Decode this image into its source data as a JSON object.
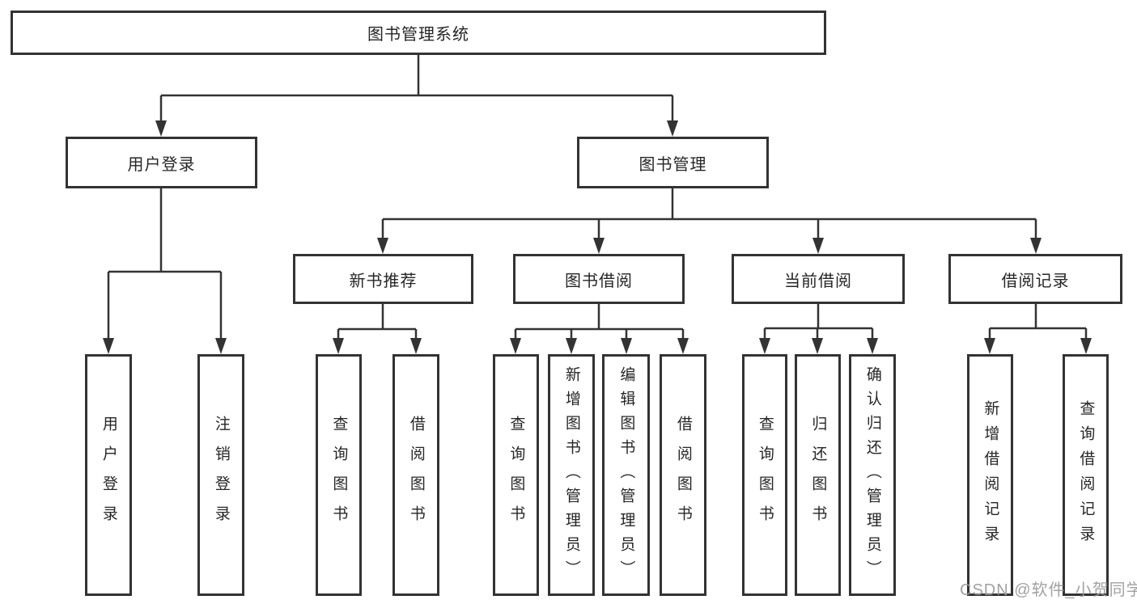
{
  "tree": {
    "root": {
      "label": "图书管理系统"
    },
    "branches": [
      {
        "label": "用户登录",
        "children": [
          {
            "label": "用户登录"
          },
          {
            "label": "注销登录"
          }
        ]
      },
      {
        "label": "图书管理",
        "children": [
          {
            "label": "新书推荐",
            "children": [
              {
                "label": "查询图书"
              },
              {
                "label": "借阅图书"
              }
            ]
          },
          {
            "label": "图书借阅",
            "children": [
              {
                "label": "查询图书"
              },
              {
                "label": "新增图书（管理员）"
              },
              {
                "label": "编辑图书（管理员）"
              },
              {
                "label": "借阅图书"
              }
            ]
          },
          {
            "label": "当前借阅",
            "children": [
              {
                "label": "查询图书"
              },
              {
                "label": "归还图书"
              },
              {
                "label": "确认归还（管理员）"
              }
            ]
          },
          {
            "label": "借阅记录",
            "children": [
              {
                "label": "新增借阅记录"
              },
              {
                "label": "查询借阅记录"
              }
            ]
          }
        ]
      }
    ]
  },
  "watermark": {
    "text": "CSDN @软件_小贺同学"
  },
  "colors": {
    "line": "#333333",
    "text": "#262626",
    "watermark": "#999999",
    "background": "#ffffff"
  }
}
